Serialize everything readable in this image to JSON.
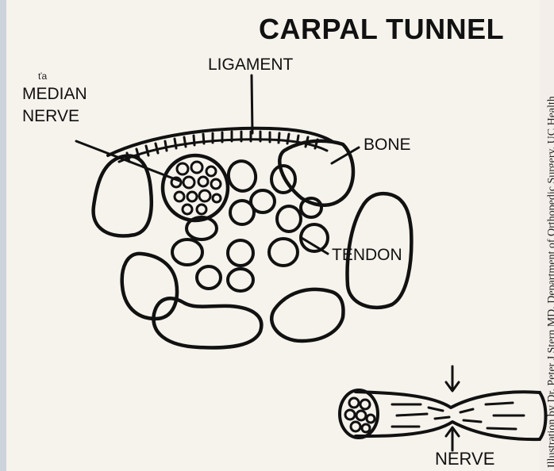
{
  "title": "CARPAL TUNNEL",
  "labels": {
    "ligament": "LIGAMENT",
    "median_nerve_line1": "MEDIAN",
    "median_nerve_line2": "NERVE",
    "bone": "BONE",
    "tendon": "TENDON",
    "nerve": "NERVE"
  },
  "credit": "Illustration by Dr. Peter J Stern MD, Department of Orthopedic Surgery, UC Health",
  "colors": {
    "ink": "#111111",
    "paper": "#f6f2ec"
  }
}
